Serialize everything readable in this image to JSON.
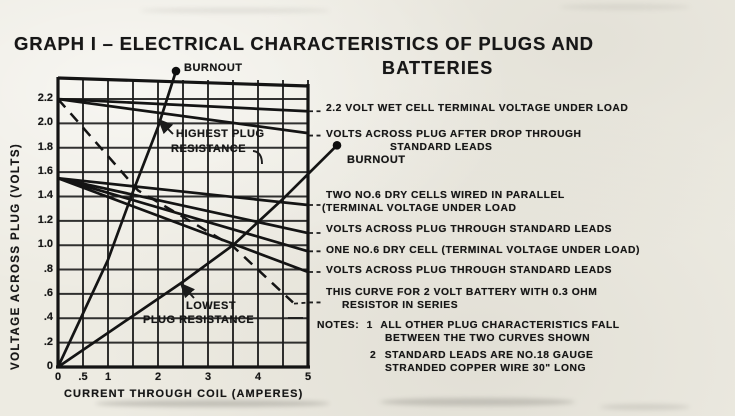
{
  "colors": {
    "ink": "#1b1b1b",
    "paper": "#edebe2"
  },
  "title": {
    "line1": "GRAPH I – ELECTRICAL CHARACTERISTICS OF PLUGS AND",
    "line2": "BATTERIES"
  },
  "chart_data": {
    "type": "line",
    "title": "GRAPH I - ELECTRICAL CHARACTERISTICS OF PLUGS AND BATTERIES",
    "xlabel": "CURRENT THROUGH COIL (AMPERES)",
    "ylabel": "VOLTAGE ACROSS PLUG (VOLTS)",
    "xlim": [
      0,
      5
    ],
    "ylim": [
      0,
      2.4
    ],
    "grid": "on",
    "x_grid_step": 0.5,
    "y_grid_step": 0.2,
    "legend_position": "right-margin-annotations",
    "x_ticks": [
      {
        "v": 0,
        "label": "0"
      },
      {
        "v": 0.5,
        "label": ".5"
      },
      {
        "v": 1,
        "label": "1"
      },
      {
        "v": 2,
        "label": "2"
      },
      {
        "v": 3,
        "label": "3"
      },
      {
        "v": 4,
        "label": "4"
      },
      {
        "v": 5,
        "label": "5"
      }
    ],
    "y_ticks": [
      {
        "v": 0,
        "label": "0"
      },
      {
        "v": 0.2,
        "label": ".2"
      },
      {
        "v": 0.4,
        "label": ".4"
      },
      {
        "v": 0.6,
        "label": ".6"
      },
      {
        "v": 0.8,
        "label": ".8"
      },
      {
        "v": 1.0,
        "label": "1.0"
      },
      {
        "v": 1.2,
        "label": "1.2"
      },
      {
        "v": 1.4,
        "label": "1.4"
      },
      {
        "v": 1.6,
        "label": "1.6"
      },
      {
        "v": 1.8,
        "label": "1.8"
      },
      {
        "v": 2.0,
        "label": "2.0"
      },
      {
        "v": 2.2,
        "label": "2.2"
      }
    ],
    "series": [
      {
        "name": "2.2 volt wet cell terminal voltage under load",
        "style": "solid",
        "points": [
          [
            0,
            2.2
          ],
          [
            5,
            2.1
          ]
        ]
      },
      {
        "name": "wet cell - volts across plug after drop through standard leads",
        "style": "solid",
        "points": [
          [
            0,
            2.2
          ],
          [
            5,
            1.92
          ]
        ]
      },
      {
        "name": "highest plug resistance",
        "style": "solid",
        "points": [
          [
            0,
            0
          ],
          [
            1.0,
            0.88
          ],
          [
            1.5,
            1.44
          ],
          [
            2.0,
            1.97
          ],
          [
            2.36,
            2.43
          ]
        ]
      },
      {
        "name": "lowest plug resistance",
        "style": "solid",
        "points": [
          [
            0,
            0
          ],
          [
            1.5,
            0.42
          ],
          [
            2.5,
            0.7
          ],
          [
            3.5,
            1.0
          ],
          [
            4.5,
            1.38
          ],
          [
            5.58,
            1.82
          ]
        ]
      },
      {
        "name": "two No.6 dry cells wired in parallel - terminal voltage under load",
        "style": "solid",
        "points": [
          [
            0,
            1.55
          ],
          [
            5,
            1.33
          ]
        ]
      },
      {
        "name": "two No.6 dry cells - volts across plug through standard leads",
        "style": "solid",
        "points": [
          [
            0,
            1.55
          ],
          [
            5,
            1.1
          ]
        ]
      },
      {
        "name": "one No.6 dry cell - terminal voltage under load",
        "style": "solid",
        "points": [
          [
            0,
            1.55
          ],
          [
            5,
            0.95
          ]
        ]
      },
      {
        "name": "one No.6 dry cell - volts across plug through standard leads",
        "style": "solid",
        "points": [
          [
            0,
            1.55
          ],
          [
            5,
            0.78
          ]
        ]
      },
      {
        "name": "2 volt battery with 0.3 ohm resistor in series",
        "style": "dashed",
        "points": [
          [
            0,
            2.2
          ],
          [
            1.6,
            1.45
          ],
          [
            3.5,
            0.99
          ],
          [
            4.7,
            0.53
          ]
        ]
      }
    ],
    "burnout_points": [
      {
        "x": 2.36,
        "y": 2.43,
        "label": "BURNOUT"
      },
      {
        "x": 5.58,
        "y": 1.82,
        "label": "BURNOUT"
      }
    ]
  },
  "plot_labels": {
    "burnout_top": "BURNOUT",
    "burnout_right": "BURNOUT",
    "highest_line1": "HIGHEST PLUG",
    "highest_line2": "RESISTANCE",
    "lowest_line1": "LOWEST",
    "lowest_line2": "PLUG RESISTANCE"
  },
  "annotations": [
    {
      "lines": [
        "2.2 VOLT WET CELL TERMINAL VOLTAGE UNDER LOAD"
      ],
      "anchor_v": 2.1
    },
    {
      "lines": [
        "VOLTS ACROSS PLUG AFTER DROP THROUGH",
        "STANDARD LEADS"
      ],
      "anchor_v": 1.9
    },
    {
      "lines": [
        "TWO NO.6 DRY CELLS WIRED IN PARALLEL",
        "(TERMINAL VOLTAGE UNDER LOAD"
      ],
      "anchor_v": 1.33
    },
    {
      "lines": [
        "VOLTS ACROSS PLUG THROUGH STANDARD LEADS"
      ],
      "anchor_v": 1.1
    },
    {
      "lines": [
        "ONE NO.6 DRY CELL (TERMINAL VOLTAGE UNDER LOAD)"
      ],
      "anchor_v": 0.95
    },
    {
      "lines": [
        "VOLTS ACROSS PLUG THROUGH STANDARD LEADS"
      ],
      "anchor_v": 0.78
    },
    {
      "lines": [
        "THIS CURVE FOR 2 VOLT BATTERY WITH 0.3 OHM",
        "RESISTOR IN SERIES"
      ],
      "anchor_v": 0.53
    }
  ],
  "notes": {
    "label": "NOTES:",
    "note1_num": "1",
    "note1_line1": "ALL OTHER PLUG CHARACTERISTICS FALL",
    "note1_line2": "BETWEEN THE TWO CURVES SHOWN",
    "note2_num": "2",
    "note2_line1": "STANDARD LEADS ARE NO.18 GAUGE",
    "note2_line2": "STRANDED COPPER WIRE 30\" LONG"
  }
}
